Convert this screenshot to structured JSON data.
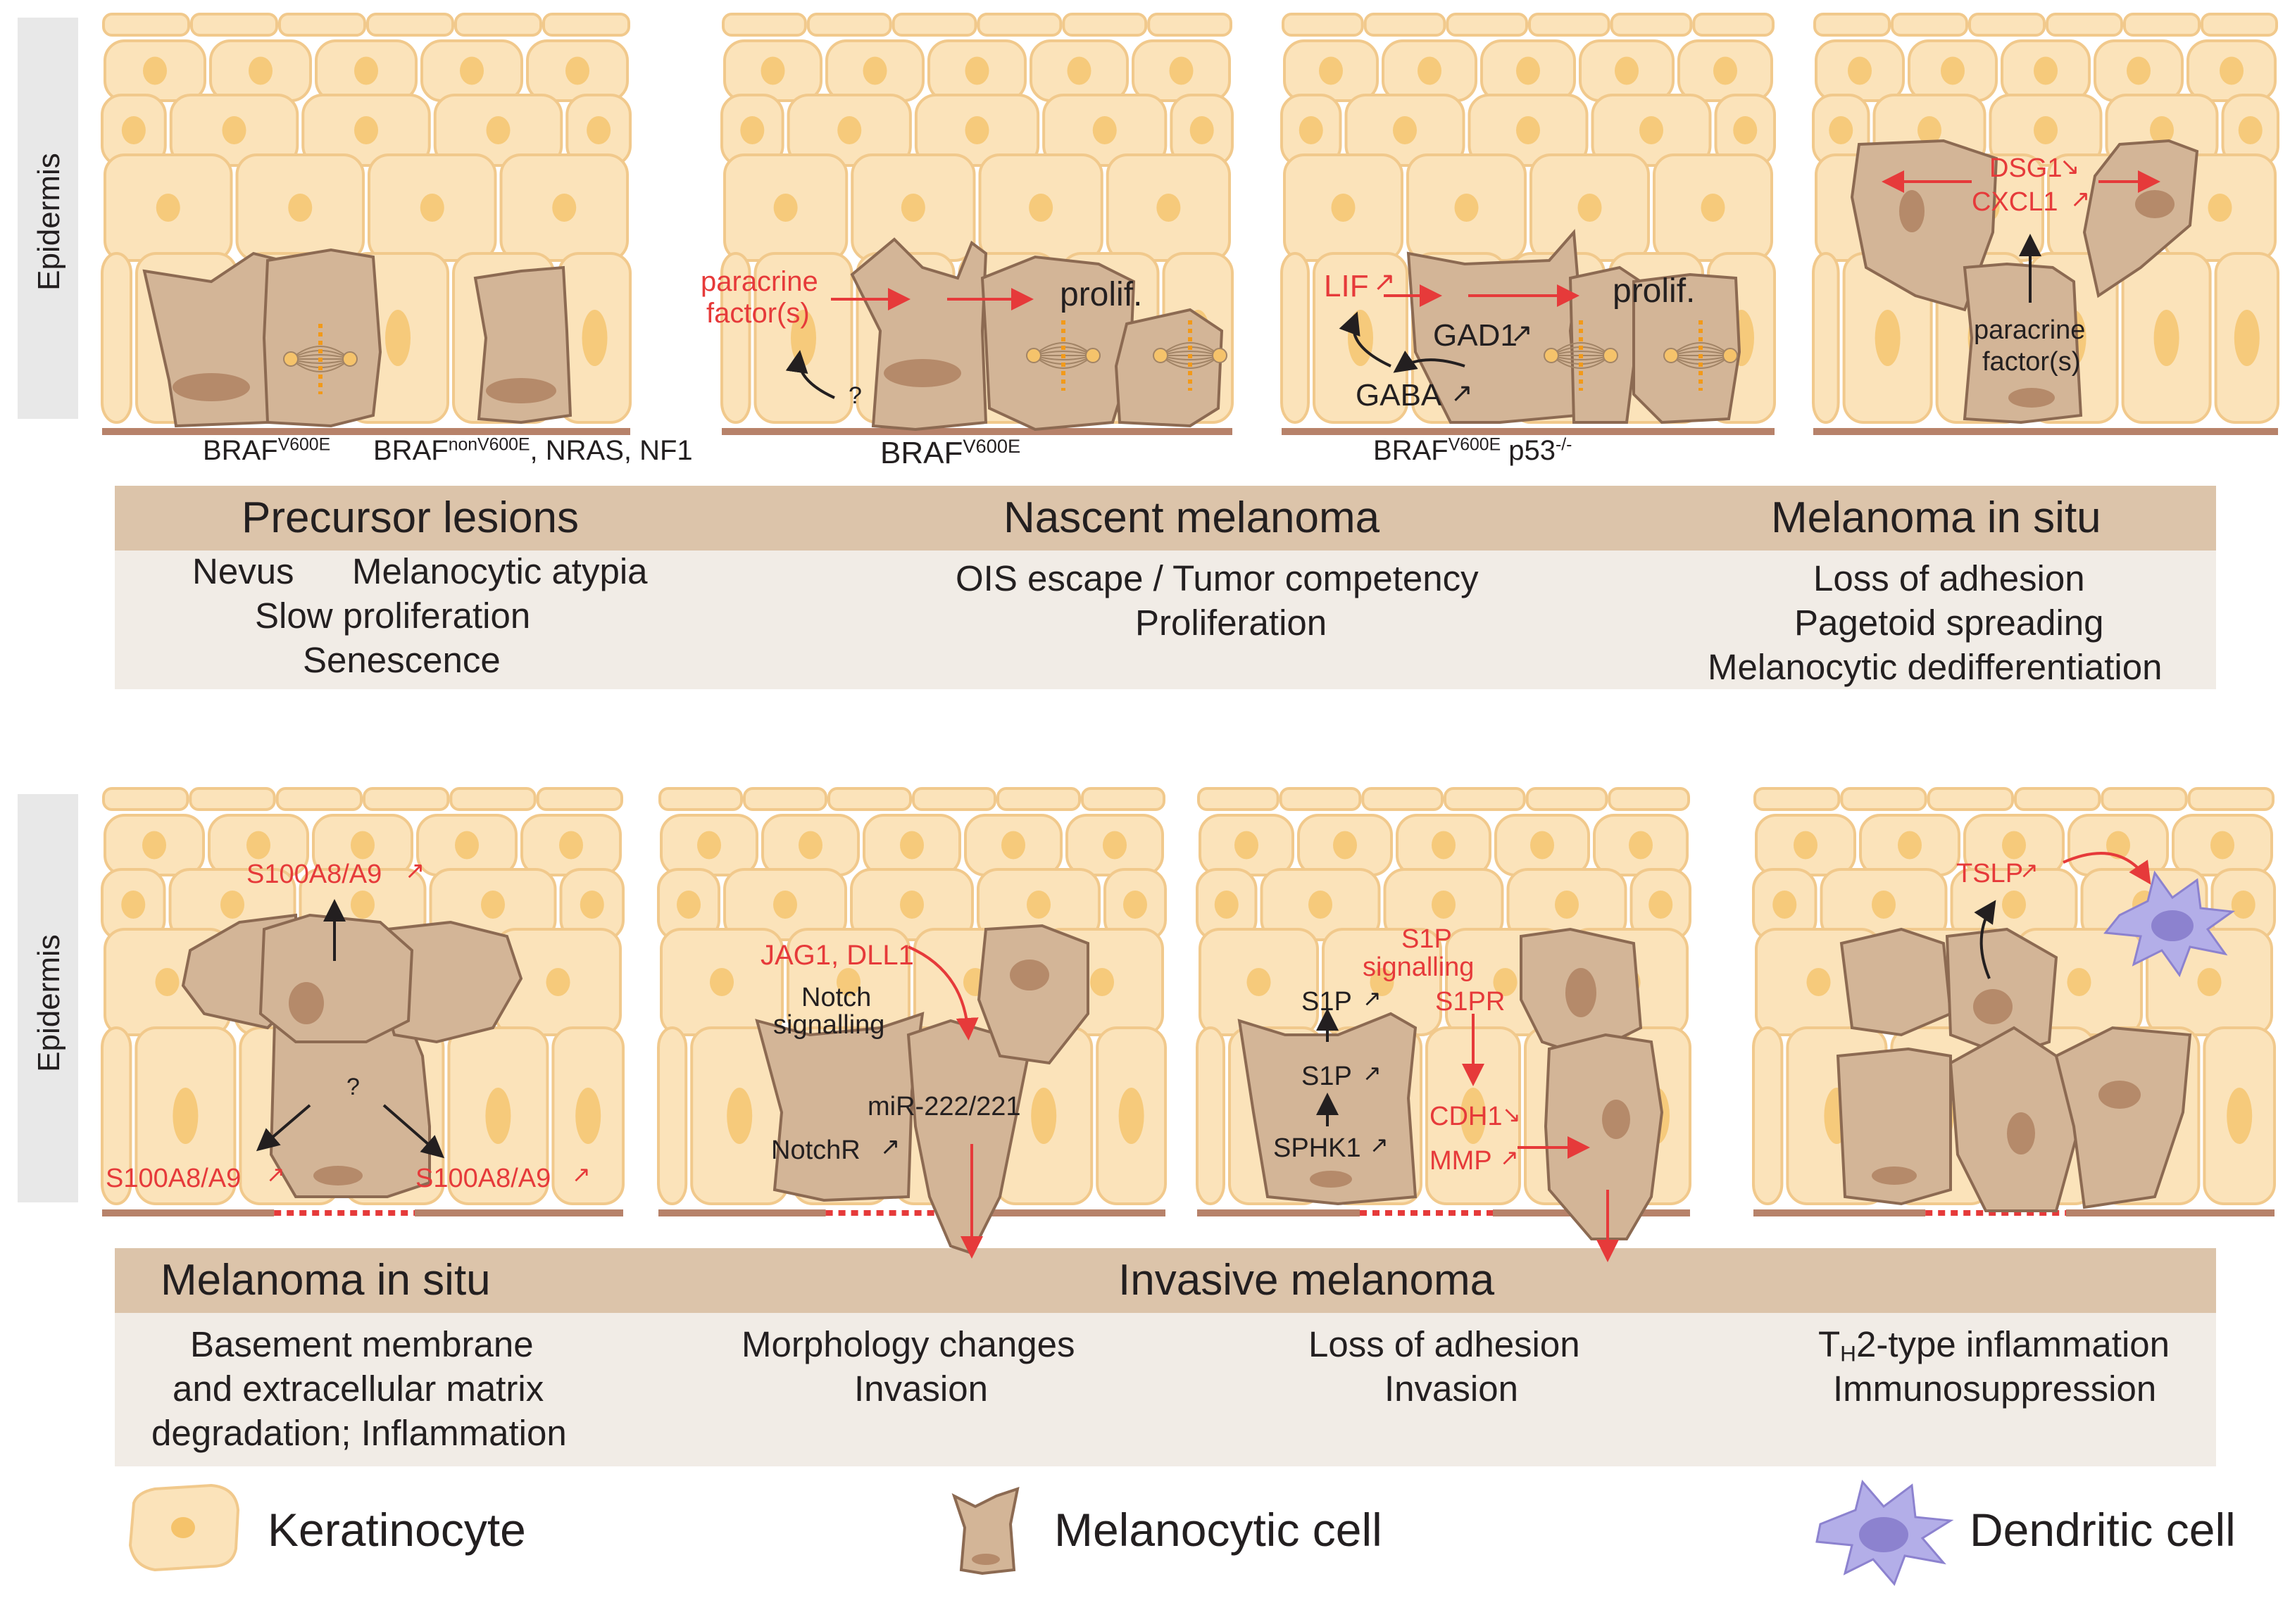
{
  "side_labels": {
    "top": "Epidermis",
    "bottom": "Epidermis"
  },
  "top_row": {
    "panel1": {
      "caption_a": "BRAF",
      "caption_a_sup": "V600E",
      "caption_b": "BRAF",
      "caption_b_sup": "nonV600E",
      "caption_b_tail": ", NRAS, NF1"
    },
    "panel2": {
      "paracrine": "paracrine",
      "factor": "factor(s)",
      "question": "?",
      "prolif": "prolif.",
      "caption": "BRAF",
      "caption_sup": "V600E"
    },
    "panel3": {
      "lif": "LIF",
      "gad1": "GAD1",
      "gaba": "GABA",
      "prolif": "prolif.",
      "caption": "BRAF",
      "caption_sup": "V600E",
      "caption_tail": " p53",
      "caption_tail_sup": "-/-"
    },
    "panel4": {
      "dsg1": "DSG1",
      "cxcl1": "CXCL1",
      "paracrine": "paracrine",
      "factor": "factor(s)"
    }
  },
  "top_band": {
    "titles": [
      "Precursor lesions",
      "Nascent melanoma",
      "Melanoma in situ"
    ],
    "col1": {
      "nevus": "Nevus",
      "atypia": "Melanocytic atypia",
      "slow": "Slow proliferation",
      "senescence": "Senescence"
    },
    "col2": {
      "line1": "OIS escape / Tumor competency",
      "line2": "Proliferation"
    },
    "col3": {
      "line1": "Loss of adhesion",
      "line2": "Pagetoid spreading",
      "line3": "Melanocytic dedifferentiation"
    }
  },
  "bottom_row": {
    "panel5": {
      "s100_top": "S100A8/A9",
      "question": "?",
      "s100_left": "S100A8/A9",
      "s100_right": "S100A8/A9"
    },
    "panel6": {
      "jag": "JAG1, DLL1",
      "notch1": "Notch",
      "notch2": "signalling",
      "mir": "miR-222/221",
      "notchr": "NotchR"
    },
    "panel7": {
      "s1p_sig1": "S1P",
      "s1p_sig2": "signalling",
      "s1pr": "S1PR",
      "s1p_a": "S1P",
      "s1p_b": "S1P",
      "sphk1": "SPHK1",
      "cdh1": "CDH1",
      "mmp": "MMP"
    },
    "panel8": {
      "tslp": "TSLP"
    }
  },
  "bottom_band": {
    "titles": [
      "Melanoma in situ",
      "Invasive melanoma"
    ],
    "col1": [
      "Basement membrane",
      "and extracellular matrix",
      "degradation; Inflammation"
    ],
    "col2": [
      "Morphology changes",
      "Invasion"
    ],
    "col3": [
      "Loss of adhesion",
      "Invasion"
    ],
    "col4_a": "T",
    "col4_sub": "H",
    "col4_b": "2-type inflammation",
    "col4_line2": "Immunosuppression"
  },
  "legend": {
    "keratinocyte": "Keratinocyte",
    "melanocytic": "Melanocytic cell",
    "dendritic": "Dendritic cell"
  },
  "colors": {
    "keratinocyte_fill": "#fbe3ba",
    "keratinocyte_stroke": "#f1c98c",
    "nucleus": "#f5c36b",
    "melanocyte_fill": "#d3b597",
    "melanocyte_stroke": "#8c6a52",
    "melanocyte_nucleus": "#b58a6a",
    "band": "#dcc4aa",
    "band_light": "#f1ece6",
    "red": "#e63a3a",
    "membrane": "#b7826a",
    "dendritic_fill": "#b3aee8",
    "dendritic_nucleus": "#8c82cf",
    "side_label_bg": "#e8e8e8"
  }
}
